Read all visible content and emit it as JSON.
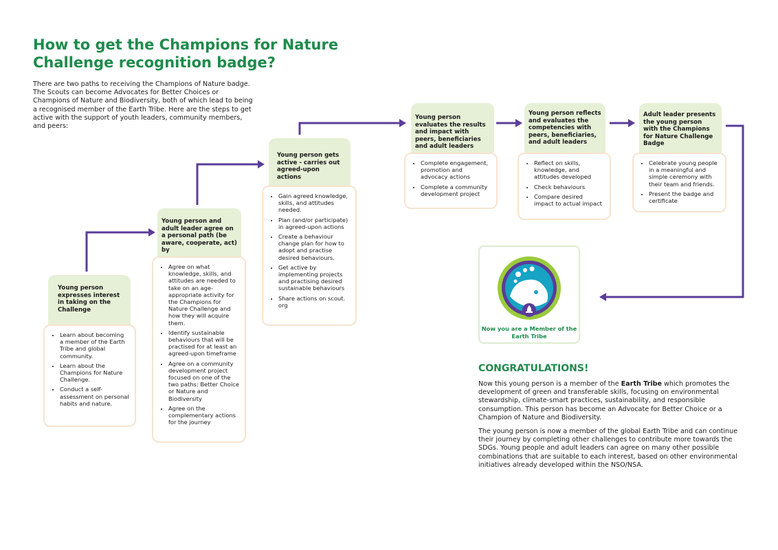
{
  "title": "How to get the Champions for Nature Challenge recognition badge?",
  "intro": "There are two paths to receiving the Champions of Nature badge. The Scouts can become Advocates for Better Choices or Champions of Nature and Biodiversity, both of which lead to being a recognised member of the Earth Tribe. Here are the steps to get active with the support of youth leaders, community members, and peers:",
  "steps": [
    {
      "heading": "Young person expresses interest in taking on the Challenge",
      "items": [
        "Learn about becoming a member of the Earth Tribe and global community.",
        "Learn about the Champions for Nature Challenge.",
        "Conduct a self-assessment on personal habits and nature."
      ]
    },
    {
      "heading": "Young person and adult leader agree on a personal path (be aware, cooperate, act) by",
      "items": [
        "Agree on what knowledge, skills, and attitudes are needed to take on an age-appropriate activity for the Champions for Nature Challenge and how they will acquire them.",
        "Identify sustainable behaviours that will be practised for at least an agreed-upon timeframe",
        "Agree on a community development project focused on one of the two paths:  Better Choice or Nature and Biodiversity",
        "Agree on the complementary actions for the journey"
      ]
    },
    {
      "heading": "Young person gets active - carries out agreed-upon actions",
      "items": [
        "Gain agreed knowledge, skills, and attitudes needed.",
        "Plan (and/or participate) in agreed-upon actions",
        "Create a behaviour change plan for how to adopt and practise desired behaviours.",
        "Get active by implementing projects and practising desired sustainable behaviours",
        "Share actions on scout. org"
      ]
    },
    {
      "heading": "Young person evaluates the results and impact with peers, beneficiaries and adult leaders",
      "items": [
        "Complete engagement, promotion and advocacy actions",
        "Complete a community development project"
      ]
    },
    {
      "heading": "Young person reflects and evaluates the competencies with peers, beneficiaries, and adult leaders",
      "items": [
        "Reflect on skills, knowledge, and attitudes developed",
        "Check behaviours",
        "Compare desired impact to actual impact"
      ]
    },
    {
      "heading": "Adult leader presents the young person with the Champions for Nature Challenge Badge",
      "items": [
        " Celebrate young people in a meaningful and simple ceremony with their team and friends.",
        "Present the badge and certificate"
      ]
    }
  ],
  "badge": {
    "caption": "Now you are a Member of the Earth Tribe",
    "icon": "earth-tribe-badge"
  },
  "congrats": {
    "heading": "CONGRATULATIONS!",
    "p1_before": "Now this young person is a member of the ",
    "p1_bold": "Earth Tribe",
    "p1_after": " which promotes the development of green and transferable skills, focusing on environmental stewardship, climate-smart practices, sustainability, and responsible consumption. This person has become an Advocate for Better Choice or a Champion of Nature and Biodiversity.",
    "p2": "The young person is now a member of the global Earth Tribe and can continue their journey by completing other challenges to contribute more towards the SDGs. Young people and adult leaders can agree on many other possible combinations that are suitable to each interest, based on other environmental initiatives already developed within the NSO/NSA."
  },
  "colors": {
    "green": "#1e8b4c",
    "arrow": "#5b3c98",
    "head_bg": "#e6f0d6",
    "body_border": "#f7e3cf"
  }
}
